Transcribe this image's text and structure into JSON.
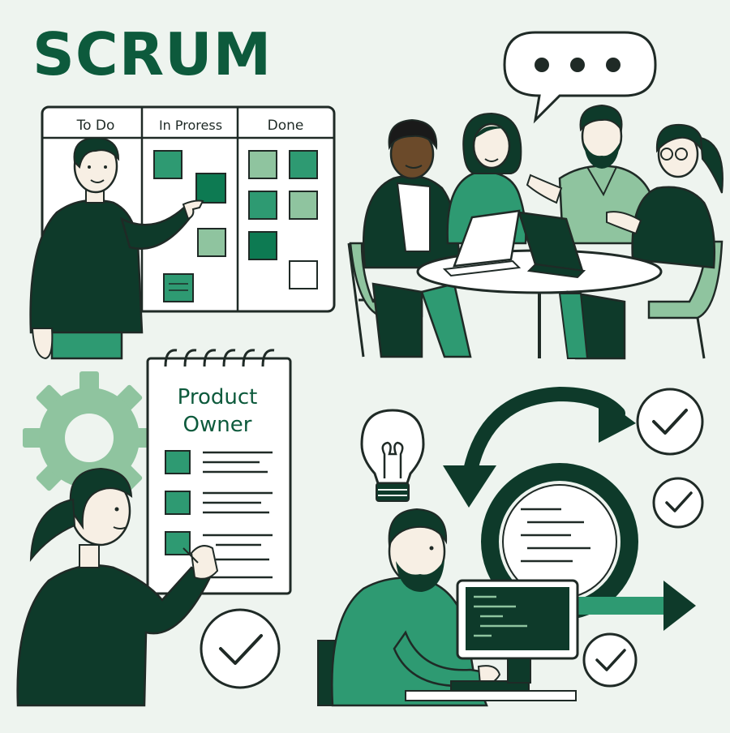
{
  "title": "SCRUM",
  "board": {
    "columns": [
      "To Do",
      "In Proress",
      "Done"
    ]
  },
  "product_owner": {
    "label_line1": "Product",
    "label_line2": "Owner"
  },
  "colors": {
    "background": "#eef4ef",
    "dark_green": "#0d5a3c",
    "mid_green": "#2e9a72",
    "light_green": "#8fc49f",
    "outline": "#1f2a26"
  },
  "icons": [
    "speech-bubble-icon",
    "gear-icon",
    "lightbulb-icon",
    "cycle-arrows-icon",
    "checkmark-icon",
    "arrow-right-icon",
    "laptop-icon",
    "monitor-icon"
  ]
}
